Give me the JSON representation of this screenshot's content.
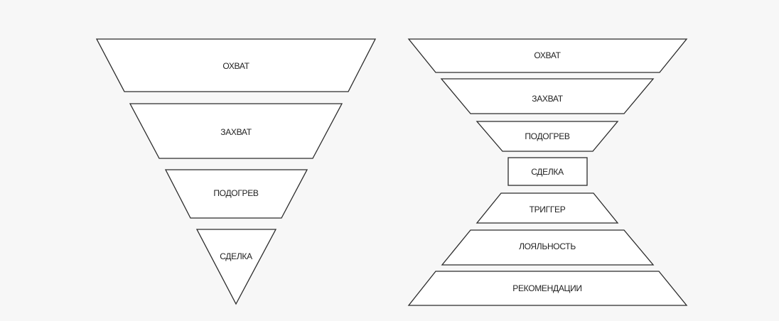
{
  "classic_funnel": {
    "stages": [
      "ОХВАТ",
      "ЗАХВАТ",
      "ПОДОГРЕВ",
      "СДЕЛКА"
    ]
  },
  "extended_funnel": {
    "stages": [
      "ОХВАТ",
      "ЗАХВАТ",
      "ПОДОГРЕВ",
      "СДЕЛКА",
      "ТРИГГЕР",
      "ЛОЯЛЬНОСТЬ",
      "РЕКОМЕНДАЦИИ"
    ]
  }
}
